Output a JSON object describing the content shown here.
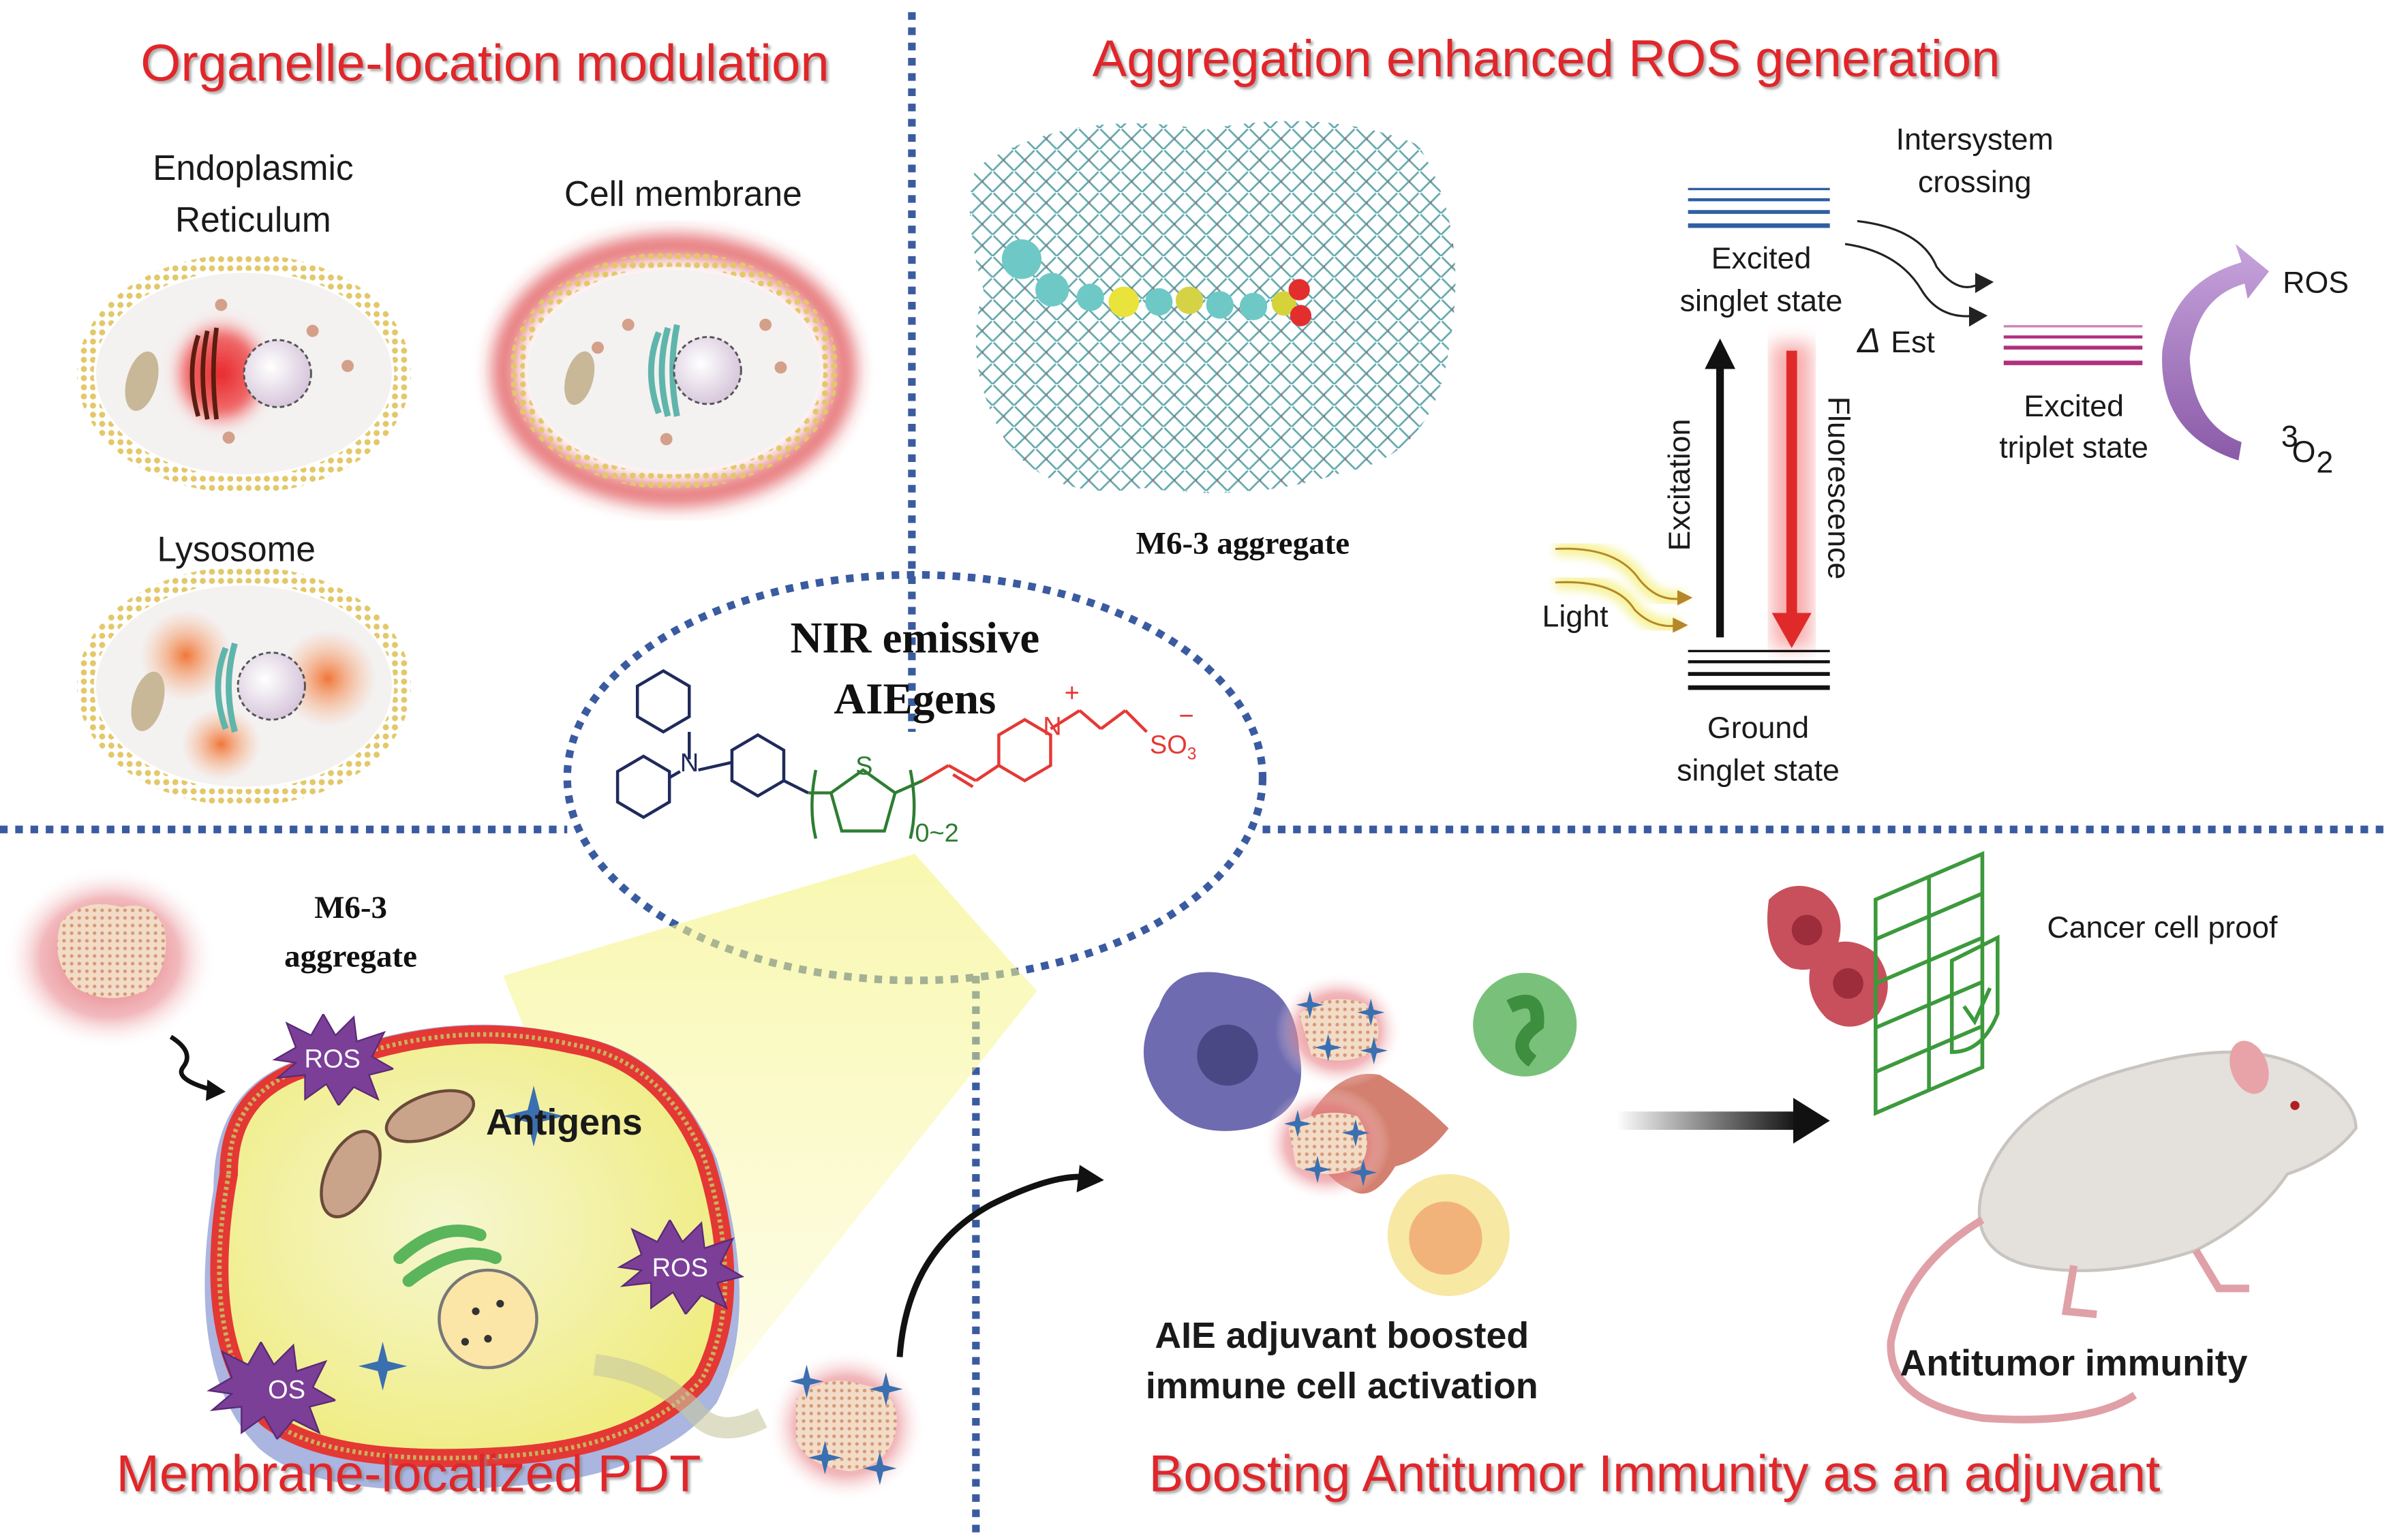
{
  "panels": {
    "organelle": {
      "title": "Organelle-location modulation",
      "cells": [
        {
          "label_line1": "Endoplasmic",
          "label_line2": "Reticulum",
          "highlight": "er"
        },
        {
          "label_line1": "Cell membrane",
          "label_line2": "",
          "highlight": "membrane"
        },
        {
          "label_line1": "Lysosome",
          "label_line2": "",
          "highlight": "lysosome"
        }
      ]
    },
    "ros_generation": {
      "title": "Aggregation enhanced ROS generation",
      "aggregate_label": "M6-3 aggregate",
      "jablonski": {
        "isc_line1": "Intersystem",
        "isc_line2": "crossing",
        "excited_singlet_line1": "Excited",
        "excited_singlet_line2": "singlet state",
        "delta_est_symbol": "Δ",
        "delta_est_text": "Est",
        "excited_triplet_line1": "Excited",
        "excited_triplet_line2": "triplet state",
        "ros": "ROS",
        "oxygen_sup": "3",
        "oxygen_main": "O",
        "oxygen_sub": "2",
        "excitation": "Excitation",
        "fluorescence": "Fluorescence",
        "light": "Light",
        "ground_line1": "Ground",
        "ground_line2": "singlet state"
      }
    },
    "center": {
      "title_line1": "NIR emissive",
      "title_line2": "AIEgens",
      "structure": {
        "nitrogen": "N",
        "sulfur": "S",
        "repeat": "0~2",
        "pyridinium_n": "N",
        "plus": "+",
        "minus": "−",
        "sulfonate_main": "SO",
        "sulfonate_sub": "3"
      }
    },
    "pdt": {
      "title": "Membrane-localized PDT",
      "aggregate_line1": "M6-3",
      "aggregate_line2": "aggregate",
      "antigens": "Antigens",
      "ros_badges": [
        "ROS",
        "ROS",
        "OS"
      ]
    },
    "immunity": {
      "title": "Boosting Antitumor Immunity as an adjuvant",
      "activation_line1": "AIE adjuvant boosted",
      "activation_line2": "immune cell activation",
      "cancer_proof": "Cancer cell proof",
      "antitumor": "Antitumor immunity"
    }
  },
  "colors": {
    "title_red": "#e0262b",
    "divider_blue": "#3a5ba0",
    "chem_navy": "#1f2a5c",
    "chem_green": "#2e7d32",
    "chem_red": "#e53935",
    "ros_purple": "#7b3f98",
    "singlet_blue": "#2f5fa0",
    "triplet_magenta": "#b0307f"
  }
}
